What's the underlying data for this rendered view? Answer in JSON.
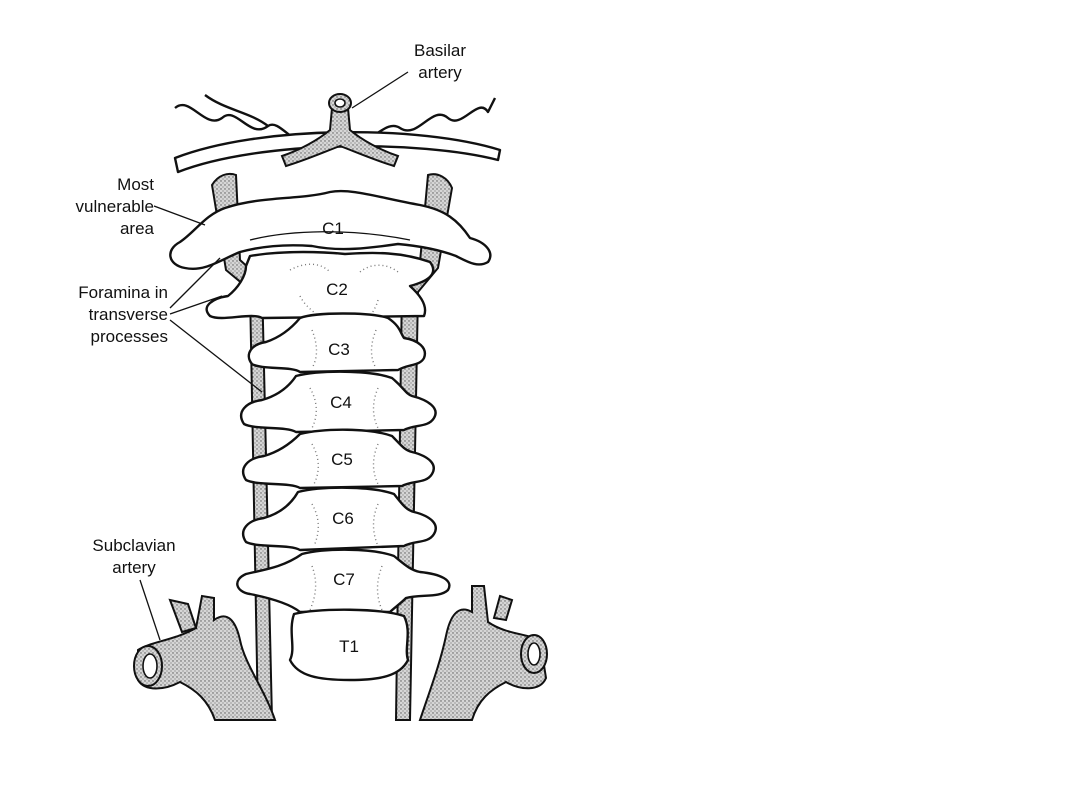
{
  "diagram": {
    "labels": {
      "basilar_artery": [
        "Basilar",
        "artery"
      ],
      "most_vulnerable_area": [
        "Most",
        "vulnerable",
        "area"
      ],
      "foramina": [
        "Foramina in",
        "transverse",
        "processes"
      ],
      "subclavian_artery": [
        "Subclavian",
        "artery"
      ]
    },
    "vertebrae": [
      "C1",
      "C2",
      "C3",
      "C4",
      "C5",
      "C6",
      "C7",
      "T1"
    ],
    "colors": {
      "line": "#111111",
      "artery_fill": "#c8c8c8",
      "background": "#ffffff"
    }
  }
}
